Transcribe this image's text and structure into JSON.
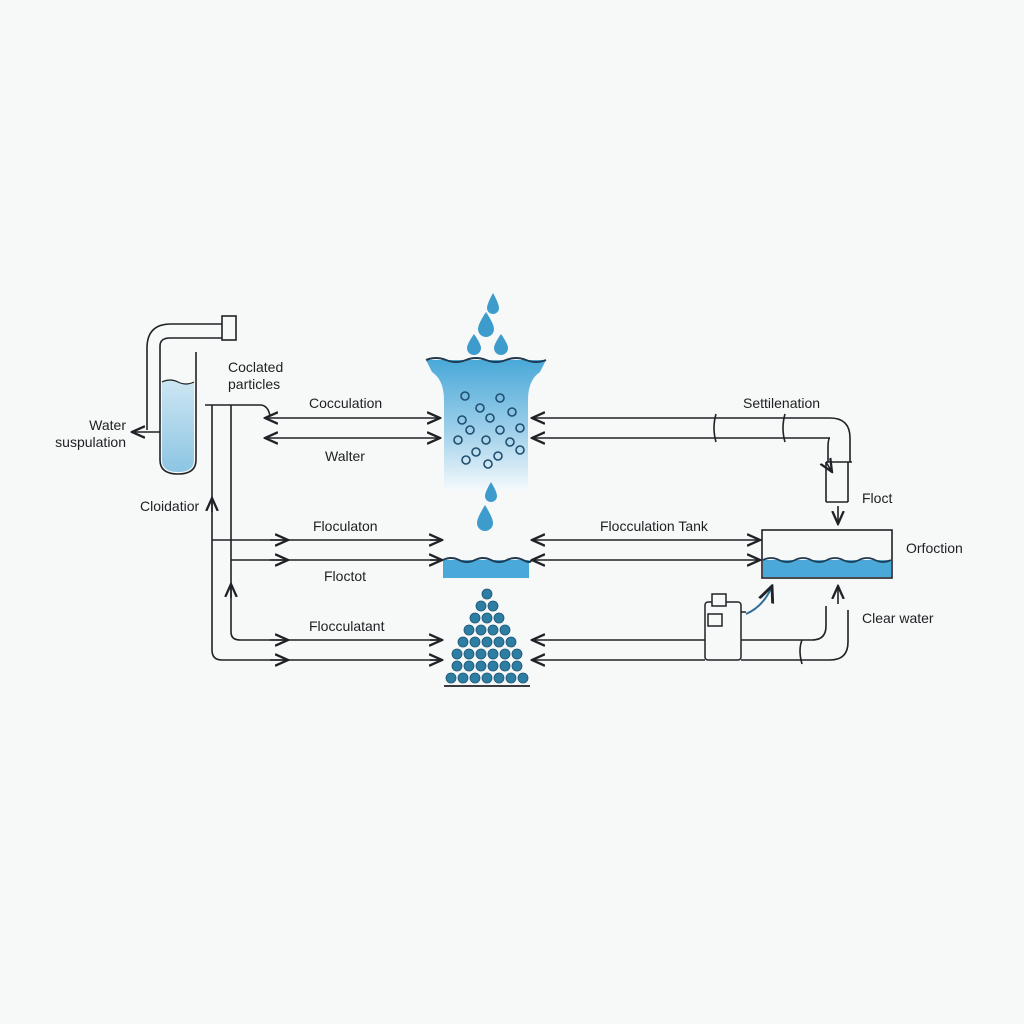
{
  "labels": {
    "water_suspension": [
      "Water",
      "suspulation"
    ],
    "coclated_particles": [
      "Coclated",
      "particles"
    ],
    "cocculation": "Cocculation",
    "walter": "Walter",
    "settilenation": "Settilenation",
    "cloidation": "Cloidatior",
    "flocct_right": "Floct",
    "floculation": "Floculaton",
    "flocculation_tank": "Flocculation Tank",
    "orfoction": "Orfoction",
    "floctot": "Floctot",
    "flocculatant": "Flocculatant",
    "clear_water": "Clear water"
  },
  "colors": {
    "line": "#1f2226",
    "water_blue": "#4aa9d8",
    "water_light": "#bfe0f0",
    "particle": "#2e7ea3",
    "arrow_blue": "#2d6f9a"
  },
  "icons": [
    "droplet-icon",
    "arrowhead-icon"
  ]
}
